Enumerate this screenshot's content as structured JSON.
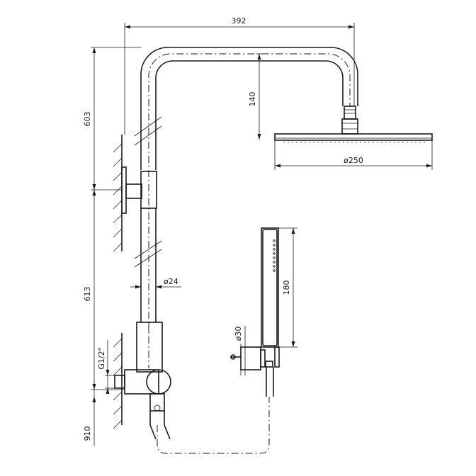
{
  "dimensions": {
    "arm_width": "392",
    "head_drop": "140",
    "head_diameter": "ø250",
    "upper_height": "603",
    "middle_height": "613",
    "lower_height": "910",
    "pipe_diameter": "ø24",
    "inlet_thread": "G1/2\"",
    "handshower_length": "180",
    "handshower_diameter": "ø30"
  }
}
